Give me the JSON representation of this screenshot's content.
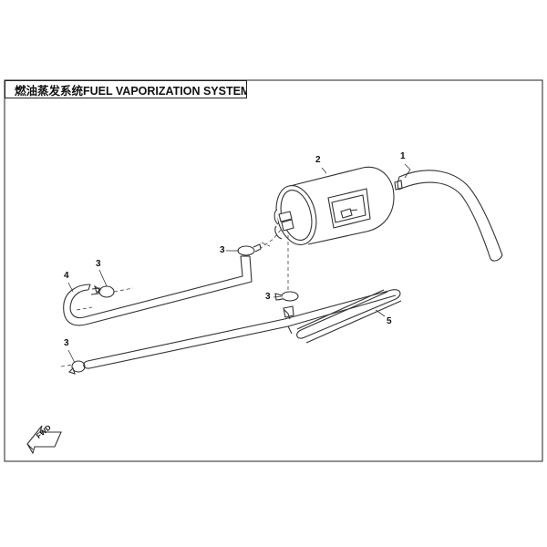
{
  "diagram": {
    "title": "燃油蒸发系统FUEL VAPORIZATION SYSTEM",
    "callouts": [
      "1",
      "2",
      "3",
      "3",
      "3",
      "3",
      "4",
      "5"
    ],
    "direction_arrow": {
      "label": "FWD",
      "icon": "fwd-arrow-icon"
    }
  }
}
